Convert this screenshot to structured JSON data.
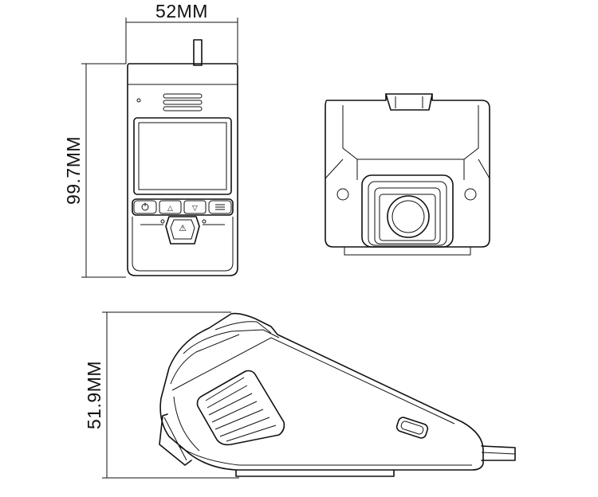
{
  "dimensions": {
    "width_label": "52MM",
    "height_label": "99.7MM",
    "depth_label": "51.9MM"
  },
  "icons": {
    "power": "power-icon",
    "up": "up-arrow-icon",
    "down": "down-arrow-icon",
    "menu": "menu-icon",
    "emergency": "warning-icon"
  },
  "button_glyphs": {
    "up": "△",
    "down": "▽",
    "emergency": "⚠"
  }
}
